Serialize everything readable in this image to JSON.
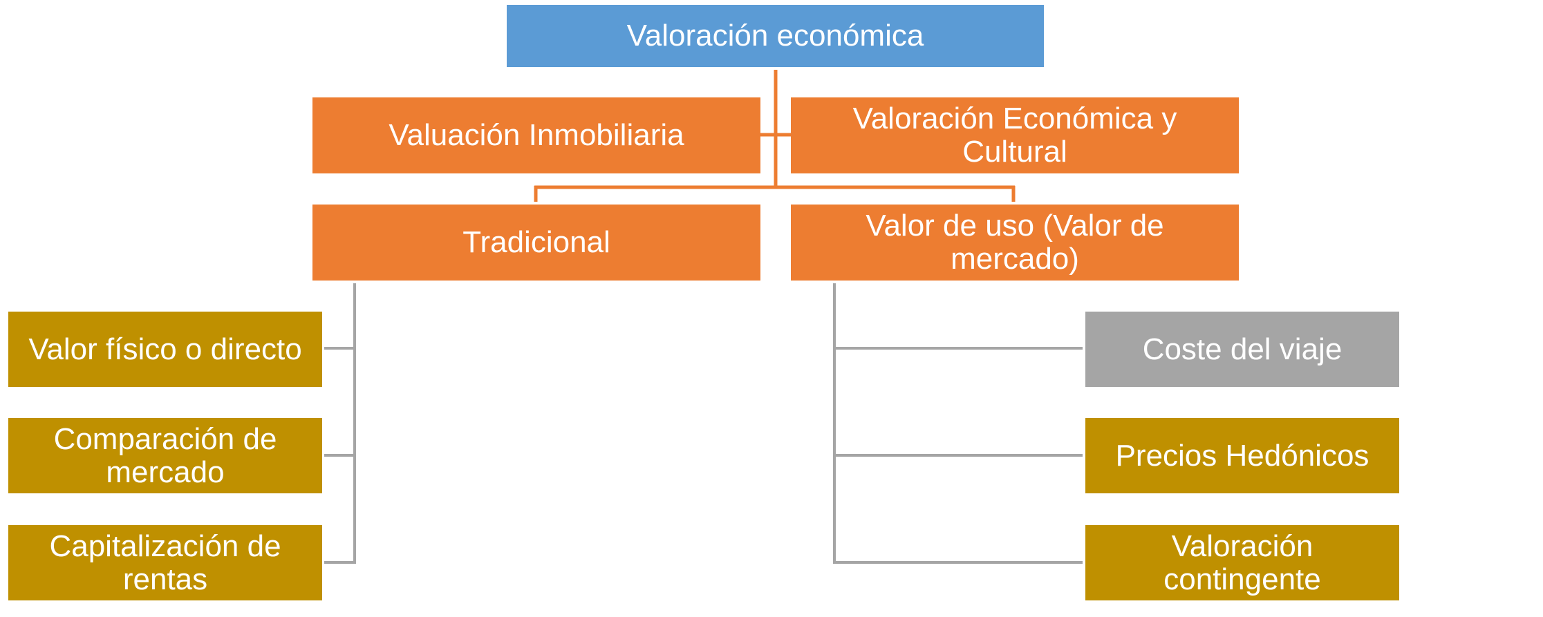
{
  "colors": {
    "blue": "#5b9bd5",
    "orange": "#ed7d31",
    "gold": "#bf9000",
    "gray": "#a5a5a5",
    "connector_orange": "#ed7d31",
    "connector_gray": "#a5a5a5"
  },
  "nodes": {
    "root": {
      "label": "Valoración económica",
      "color": "blue"
    },
    "inmobiliaria": {
      "label": "Valuación Inmobiliaria",
      "color": "orange"
    },
    "cultural": {
      "label": "Valoración Económica y Cultural",
      "color": "orange"
    },
    "tradicional": {
      "label": "Tradicional",
      "color": "orange"
    },
    "valor_uso": {
      "label": "Valor de uso (Valor de mercado)",
      "color": "orange"
    },
    "fisico": {
      "label": "Valor físico o directo",
      "color": "gold"
    },
    "comparacion": {
      "label": "Comparación de mercado",
      "color": "gold"
    },
    "capitalizacion": {
      "label": "Capitalización de rentas",
      "color": "gold"
    },
    "coste_viaje": {
      "label": "Coste del viaje",
      "color": "gray"
    },
    "hedonicos": {
      "label": "Precios Hedónicos",
      "color": "gold"
    },
    "contingente": {
      "label": "Valoración contingente",
      "color": "gold"
    }
  }
}
